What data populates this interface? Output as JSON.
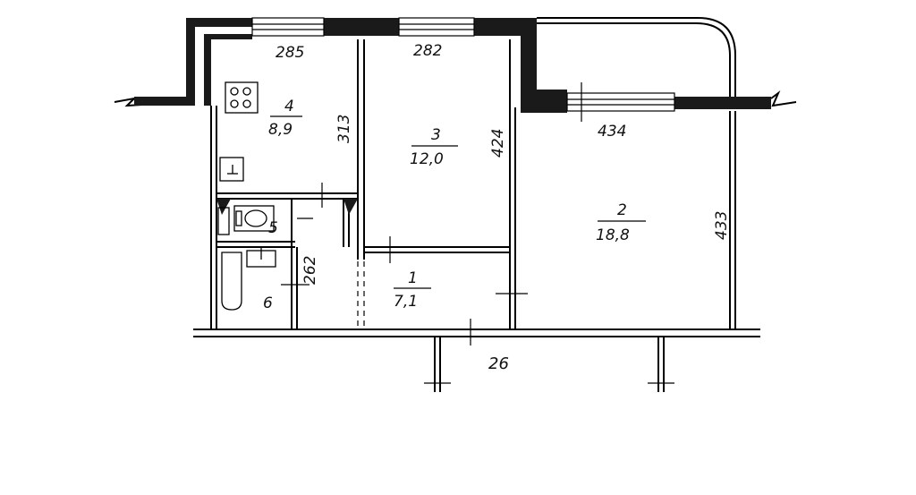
{
  "rooms": [
    {
      "id": "4",
      "number": "4",
      "area": "8,9"
    },
    {
      "id": "3",
      "number": "3",
      "area": "12,0"
    },
    {
      "id": "2",
      "number": "2",
      "area": "18,8"
    },
    {
      "id": "1",
      "number": "1",
      "area": "7,1"
    },
    {
      "id": "5",
      "number": "5"
    },
    {
      "id": "6",
      "number": "6"
    }
  ],
  "dimensions": {
    "kitchen_width": "285",
    "room3_width": "282",
    "kitchen_depth": "313",
    "room3_depth": "424",
    "room2_width": "434",
    "room2_depth": "433",
    "bath_depth": "262",
    "corridor": "26"
  }
}
